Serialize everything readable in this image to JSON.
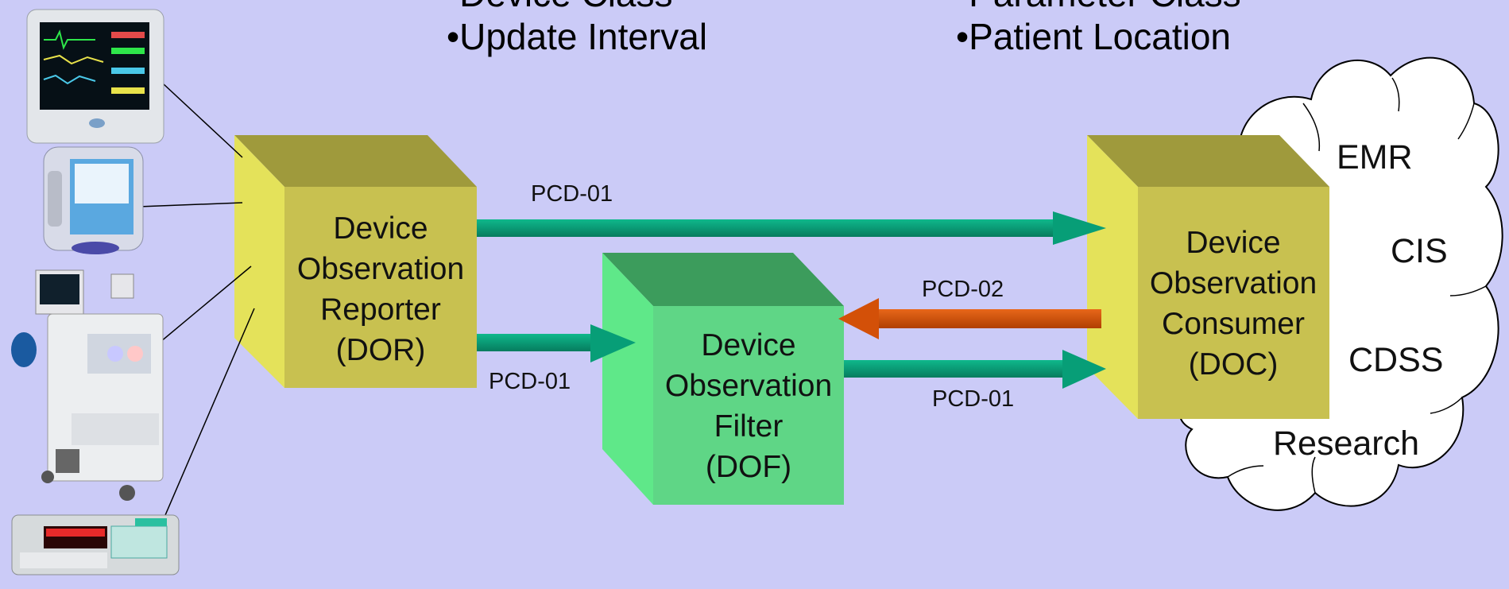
{
  "top_bullets": {
    "left_partial": "•Device Class",
    "left": "•Update Interval",
    "right_partial": "•Parameter Class",
    "right": "•Patient Location"
  },
  "boxes": {
    "dor": [
      "Device",
      "Observation",
      "Reporter",
      "(DOR)"
    ],
    "dof": [
      "Device",
      "Observation",
      "Filter",
      "(DOF)"
    ],
    "doc": [
      "Device",
      "Observation",
      "Consumer",
      "(DOC)"
    ]
  },
  "arrows": {
    "dor_to_doc": "PCD-01",
    "dor_to_dof": "PCD-01",
    "doc_to_dof": "PCD-02",
    "dof_to_doc": "PCD-01"
  },
  "cloud_items": [
    "EMR",
    "CIS",
    "CDSS",
    "Research"
  ],
  "devices": [
    "patient-monitor",
    "infusion-pump",
    "anesthesia-workstation",
    "syringe-pump"
  ],
  "colors": {
    "background": "#cbcbf7",
    "dor_doc_front": "#c8c150",
    "dof_front": "#5fd686",
    "arrow_green": "#079e77",
    "arrow_orange": "#d35008"
  }
}
